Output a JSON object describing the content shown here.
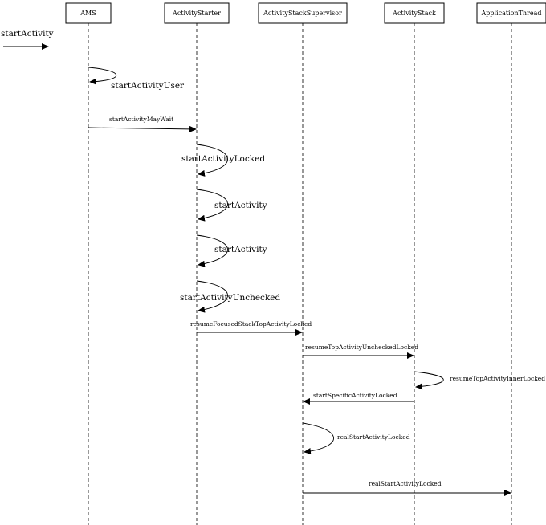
{
  "lifelines": [
    {
      "id": "ams",
      "label": "AMS"
    },
    {
      "id": "starter",
      "label": "ActivityStarter"
    },
    {
      "id": "supervisor",
      "label": "ActivityStackSupervisor"
    },
    {
      "id": "stack",
      "label": "ActivityStack"
    },
    {
      "id": "thread",
      "label": "ApplicationThread"
    }
  ],
  "entry_message": {
    "label": "startActivity"
  },
  "messages": [
    {
      "label": "startActivityUser",
      "from": "ams",
      "to": "ams",
      "type": "self"
    },
    {
      "label": "startActivityMayWait",
      "from": "ams",
      "to": "starter",
      "type": "call"
    },
    {
      "label": "startActivityLocked",
      "from": "starter",
      "to": "starter",
      "type": "self"
    },
    {
      "label": "startActivity",
      "from": "starter",
      "to": "starter",
      "type": "self"
    },
    {
      "label": "startActivity",
      "from": "starter",
      "to": "starter",
      "type": "self"
    },
    {
      "label": "startActivityUnchecked",
      "from": "starter",
      "to": "starter",
      "type": "self"
    },
    {
      "label": "resumeFocusedStackTopActivityLocked",
      "from": "starter",
      "to": "supervisor",
      "type": "call"
    },
    {
      "label": "resumeTopActivityUncheckedLocked",
      "from": "supervisor",
      "to": "stack",
      "type": "call"
    },
    {
      "label": "resumeTopActivityInnerLocked",
      "from": "stack",
      "to": "stack",
      "type": "self"
    },
    {
      "label": "startSpecificActivityLocked",
      "from": "stack",
      "to": "supervisor",
      "type": "call"
    },
    {
      "label": "realStartActivityLocked",
      "from": "supervisor",
      "to": "supervisor",
      "type": "self"
    },
    {
      "label": "realStartActivityLocked",
      "from": "supervisor",
      "to": "thread",
      "type": "call"
    }
  ]
}
